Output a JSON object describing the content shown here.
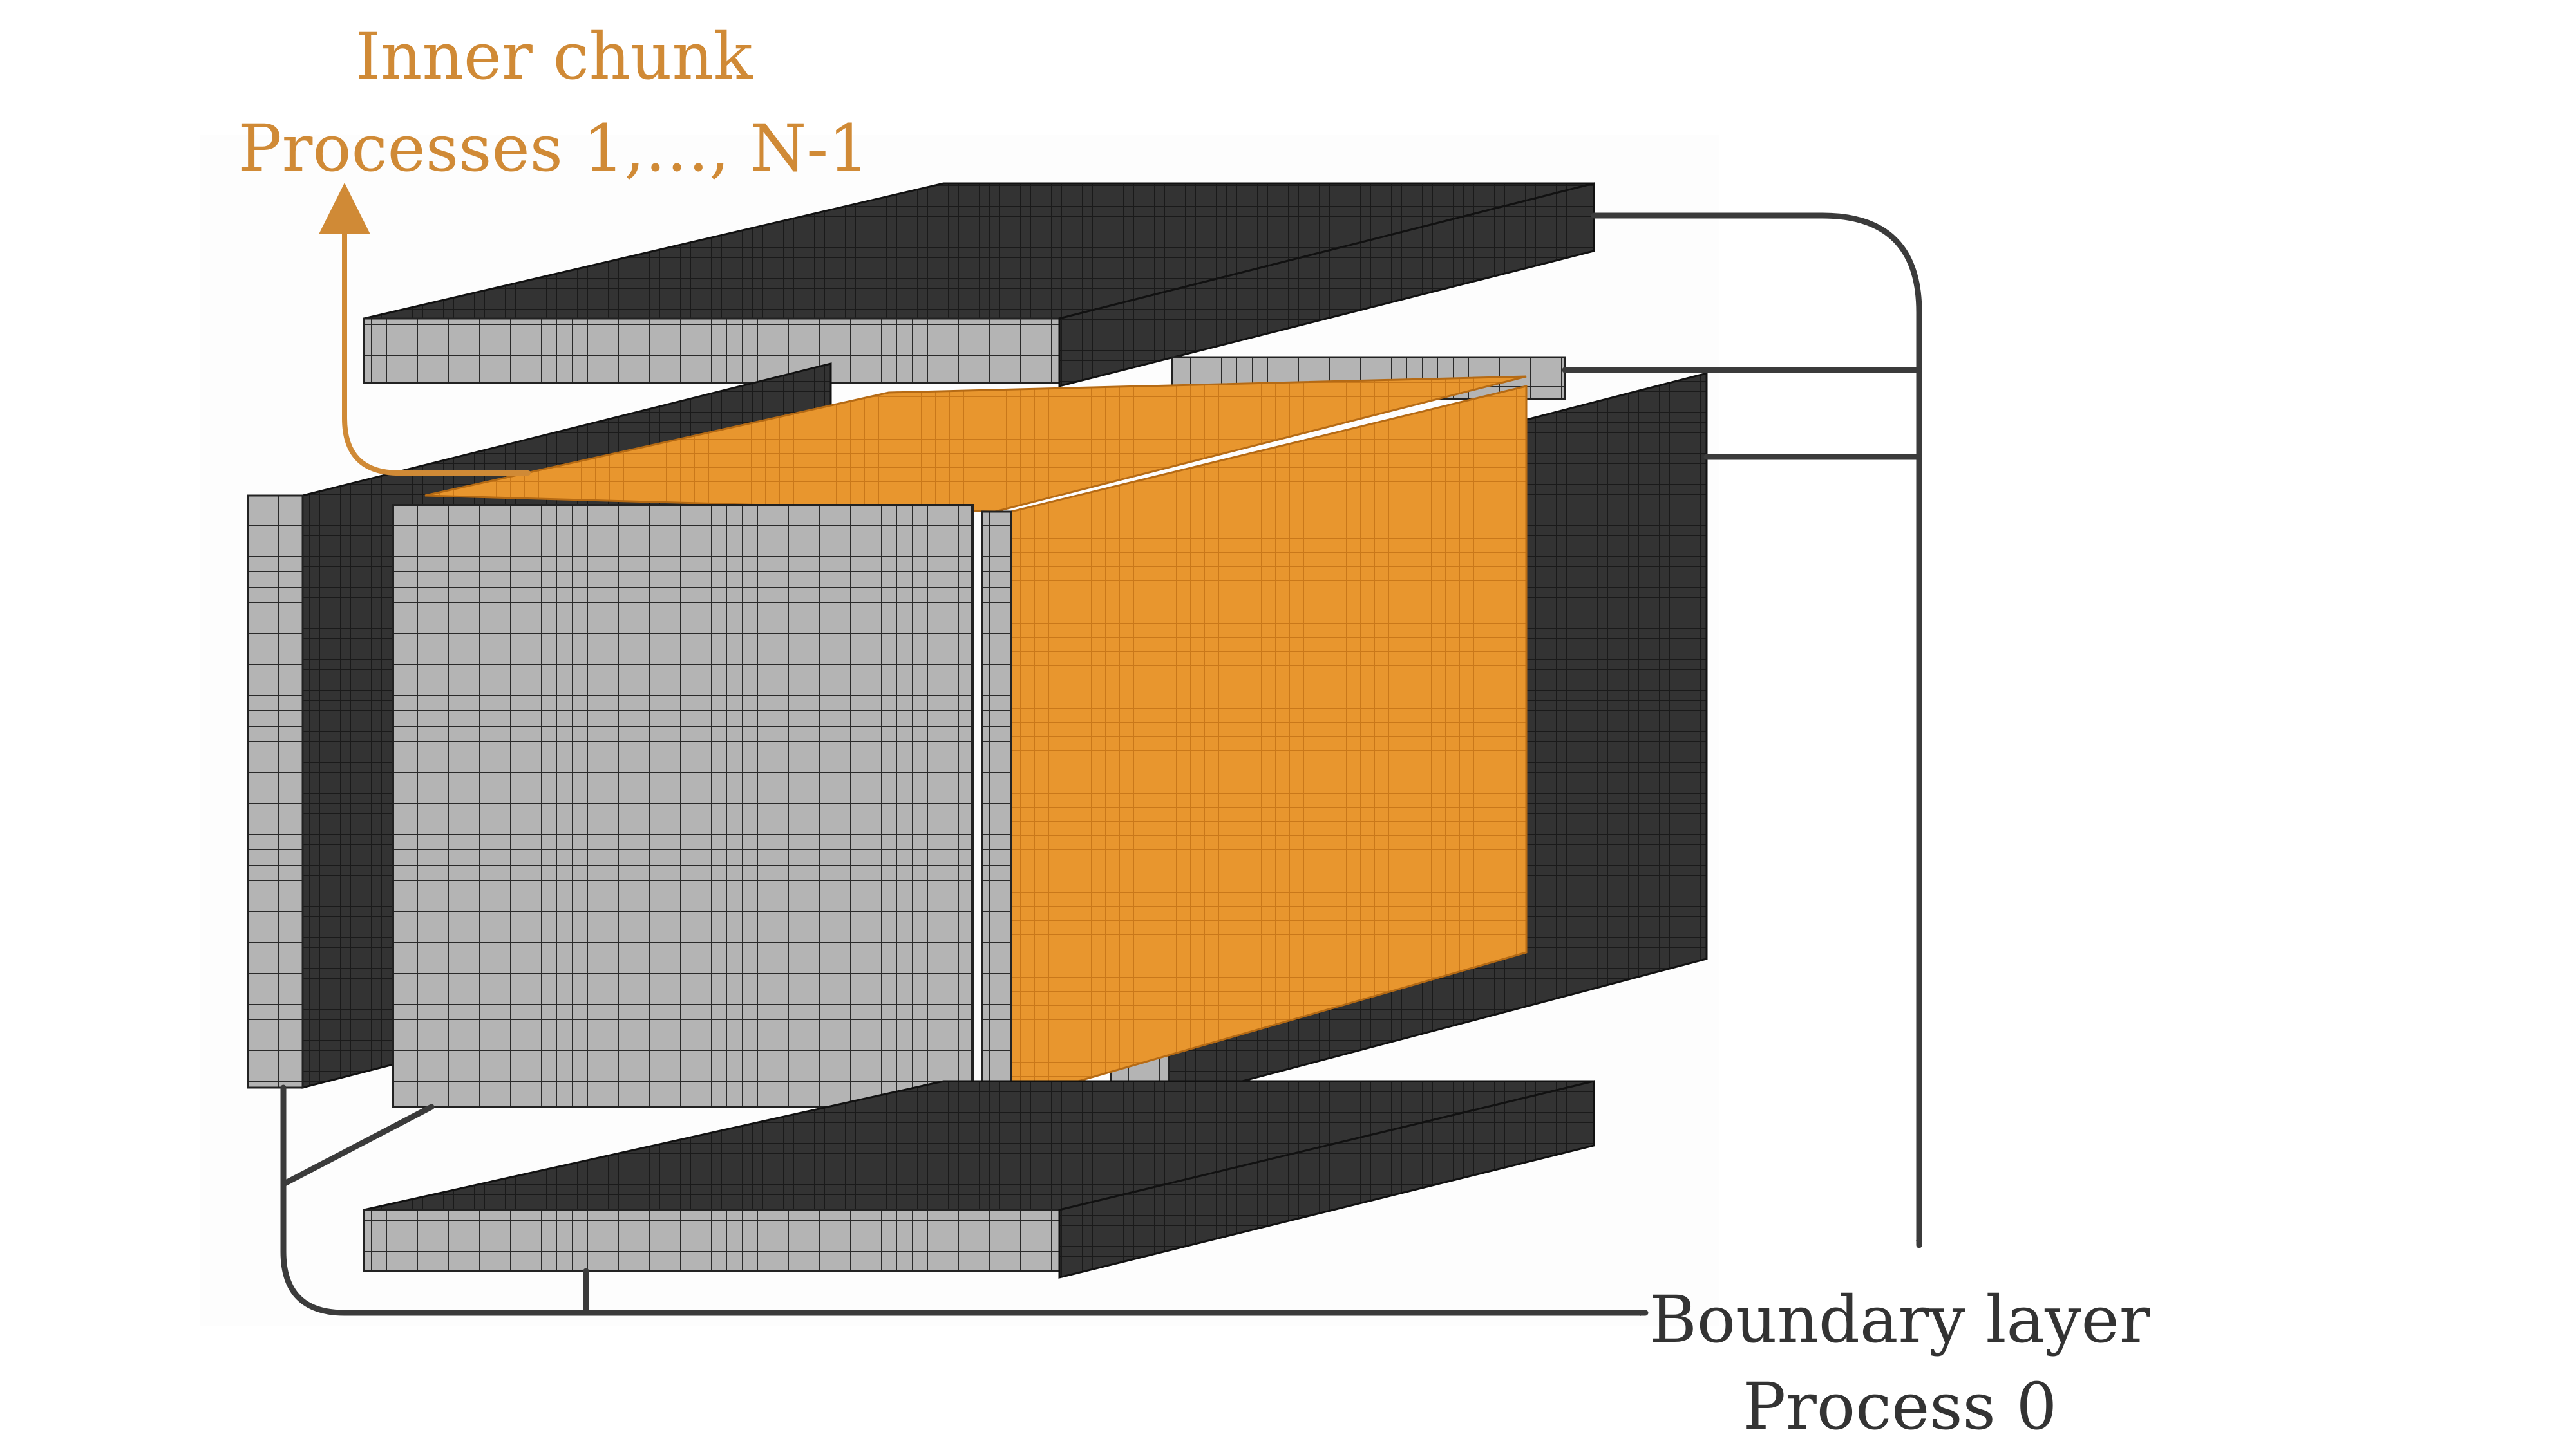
{
  "labels": {
    "inner_line1": "Inner chunk",
    "inner_line2": "Processes 1,…, N-1",
    "boundary_line1": "Boundary layer",
    "boundary_line2": "Process 0"
  },
  "colors": {
    "inner_orange": "#e8962e",
    "inner_text": "#d08a36",
    "boundary_face_light": "#b4b4b4",
    "boundary_face_dark": "#333333",
    "arrow": "#3b3b3b",
    "grid_dark": "#1e1e1e"
  }
}
